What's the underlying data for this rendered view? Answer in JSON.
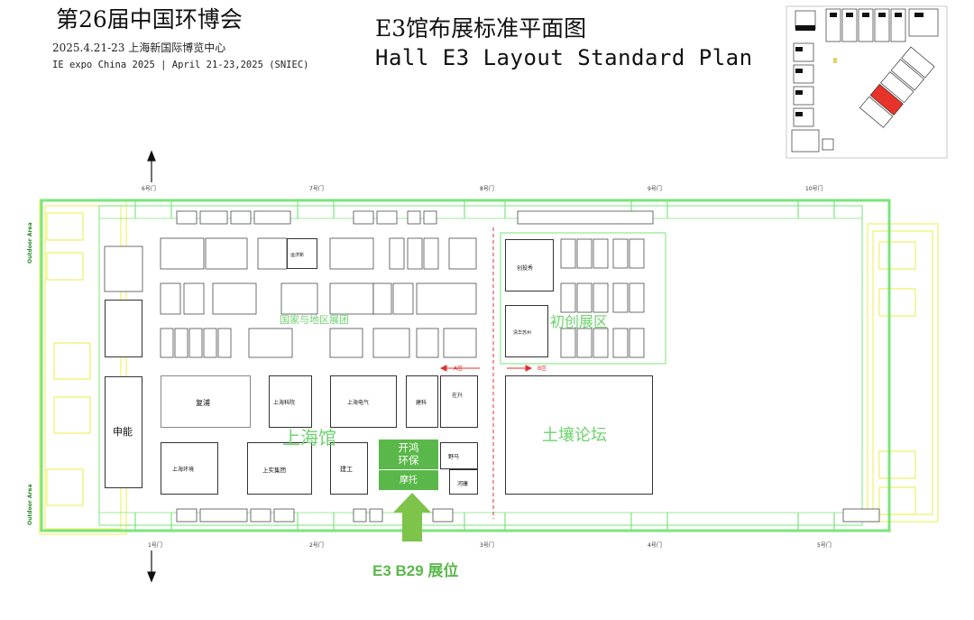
{
  "header": {
    "event_title": "第26届中国环博会",
    "event_dates_venue": "2025.4.21-23 上海新国际博览中心",
    "event_english": "IE expo China 2025 | April 21-23,2025 (SNIEC)",
    "plan_title_cn": "E3馆布展标准平面图",
    "plan_title_en": "Hall E3 Layout Standard Plan"
  },
  "zones": {
    "shanghai_hall": "上海馆",
    "country_region": "国家与地区展团",
    "startup_zone": "初创展区",
    "soil_forum": "土壤论坛",
    "zone_a": "A区",
    "zone_b": "B区"
  },
  "booths": {
    "shende": "申能",
    "fupu": "复浦",
    "sh_env": "上海环境",
    "sh_shi": "上实集团",
    "jiangong": "建工",
    "sh_kexin": "上海科院",
    "sh_electric": "上海电气",
    "jiake": "建科",
    "zaisheng": "在升",
    "yemo": "野马",
    "hekang": "河康",
    "yunzhou": "运济新",
    "chuangdu": "创投秀",
    "zaisheng2": "清华苏州",
    "moshi": "摩托",
    "kaihong": "开鸿",
    "kaihong2": "环保",
    "b29": "B29"
  },
  "callout": "E3 B29 展位",
  "gates": {
    "g1": "1号门",
    "g2": "2号门",
    "g3": "3号门",
    "g4": "4号门",
    "g5": "5号门",
    "g6": "6号门",
    "g7": "7号门",
    "g8": "8号门",
    "g9": "9号门",
    "g10": "10号门"
  },
  "outdoor_area": "Outdoor Area",
  "colors": {
    "hall_outline": "#7be57b",
    "adjacent_hall": "#f0ef6a",
    "zone_line": "#e03030",
    "highlight": "#5ab84a"
  }
}
